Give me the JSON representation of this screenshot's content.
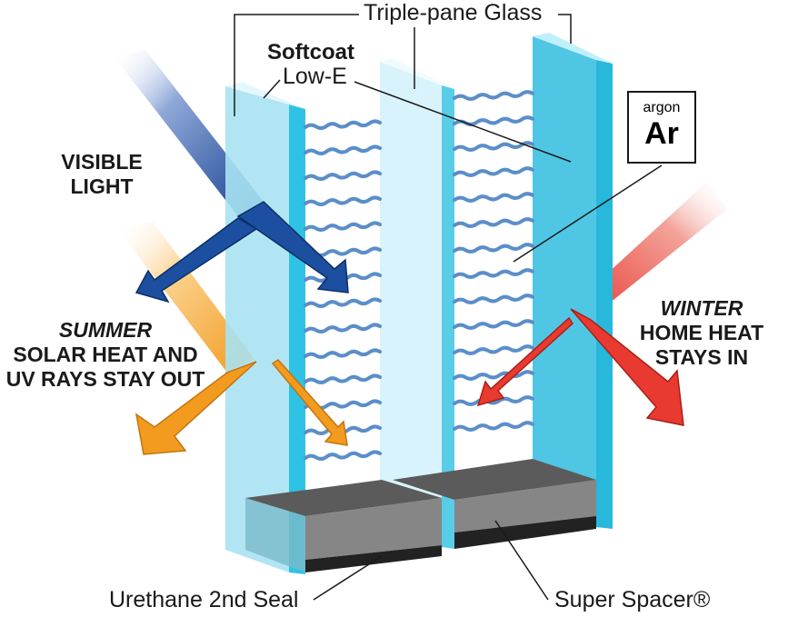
{
  "labels": {
    "triple_pane": "Triple-pane Glass",
    "softcoat": "Softcoat",
    "low_e": "Low-E",
    "argon_name": "argon",
    "argon_symbol": "Ar",
    "visible_light_1": "VISIBLE",
    "visible_light_2": "LIGHT",
    "summer": "SUMMER",
    "summer_line1": "SOLAR HEAT AND",
    "summer_line2": "UV RAYS STAY OUT",
    "winter": "WINTER",
    "winter_line1": "HOME HEAT",
    "winter_line2": "STAYS IN",
    "urethane": "Urethane 2nd Seal",
    "super_spacer": "Super Spacer®"
  },
  "colors": {
    "glass_light": "#cdeefa",
    "glass_mid": "#6ccfe8",
    "glass_edge": "#2ec3e4",
    "spacer_top": "#5e5e5e",
    "spacer_front": "#7d7d7d",
    "seal": "#2b2b2b",
    "visible_arrow": "#1a4a9a",
    "summer_arrow": "#f39b1e",
    "winter_arrow": "#e83a30",
    "argon_wave": "#5b8ec9"
  }
}
